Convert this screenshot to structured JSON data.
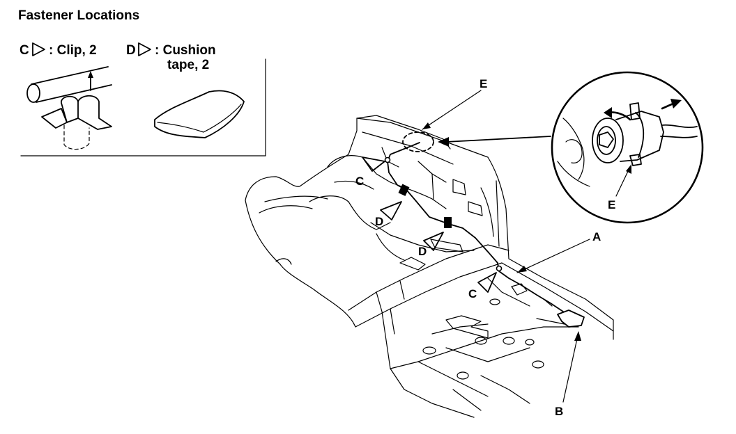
{
  "title": "Fastener Locations",
  "legend": {
    "clip_letter": "C",
    "clip_text": ": Clip, 2",
    "tape_letter": "D",
    "tape_text_line1": ": Cushion",
    "tape_text_line2": "tape, 2"
  },
  "callouts": {
    "a": "A",
    "b": "B",
    "e_top": "E",
    "e_detail": "E",
    "c_upper": "C",
    "c_lower": "C",
    "d_upper": "D",
    "d_lower": "D"
  }
}
